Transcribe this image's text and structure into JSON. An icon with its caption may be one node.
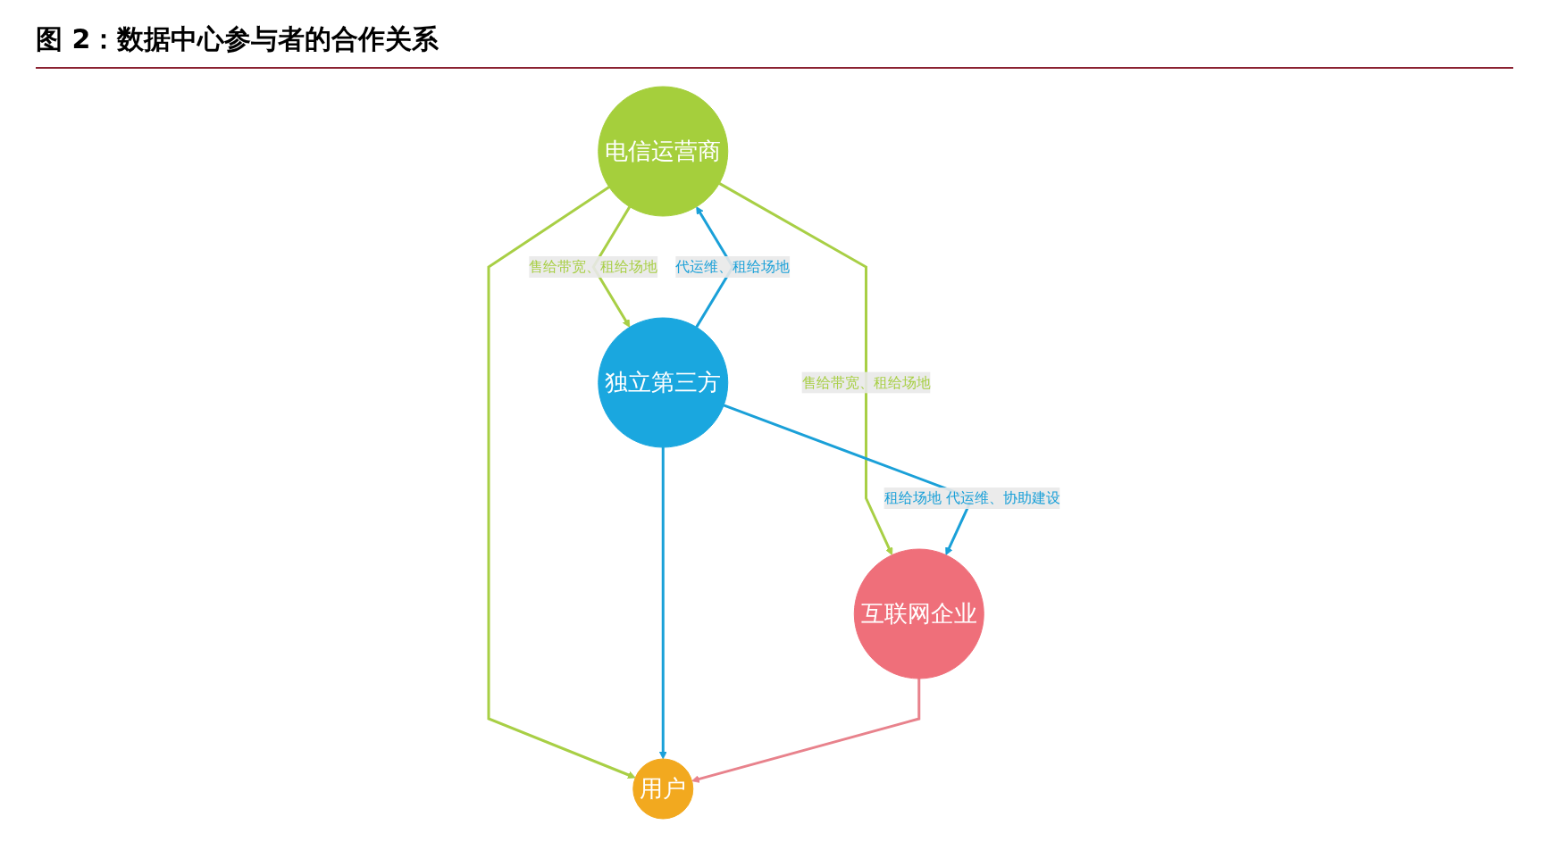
{
  "diagram": {
    "title": "图 2：数据中心参与者的合作关系",
    "nodes": [
      {
        "text": [
          "电信运营商"
        ]
      },
      {
        "text": [
          "用户"
        ]
      },
      {
        "text": [
          "独立第三方"
        ]
      },
      {
        "text": [
          "互联网企业"
        ]
      }
    ],
    "edges": [
      {
        "from": 0,
        "to": 2,
        "arrow": "to",
        "label": "售给带宽、租给场地",
        "color": "#a8cf45"
      },
      {
        "from": 2,
        "to": 0,
        "arrow": "to",
        "label": "代运维、租给场地",
        "color": "#1aa0d8"
      },
      {
        "from": 0,
        "to": 1,
        "arrow": "to",
        "color": "#a8cf45"
      },
      {
        "from": 0,
        "to": 3,
        "arrow": "to",
        "label": "售给带宽、租给场地",
        "color": "#a8cf45"
      },
      {
        "from": 2,
        "to": 1,
        "arrow": "to",
        "color": "#1aa0d8"
      },
      {
        "from": 3,
        "to": 1,
        "arrow": "to",
        "color": "#e8828c"
      },
      {
        "from": 2,
        "to": 3,
        "arrow": "to",
        "label": "租给场地 代运维、协助建设",
        "color": "#1aa0d8"
      }
    ]
  }
}
